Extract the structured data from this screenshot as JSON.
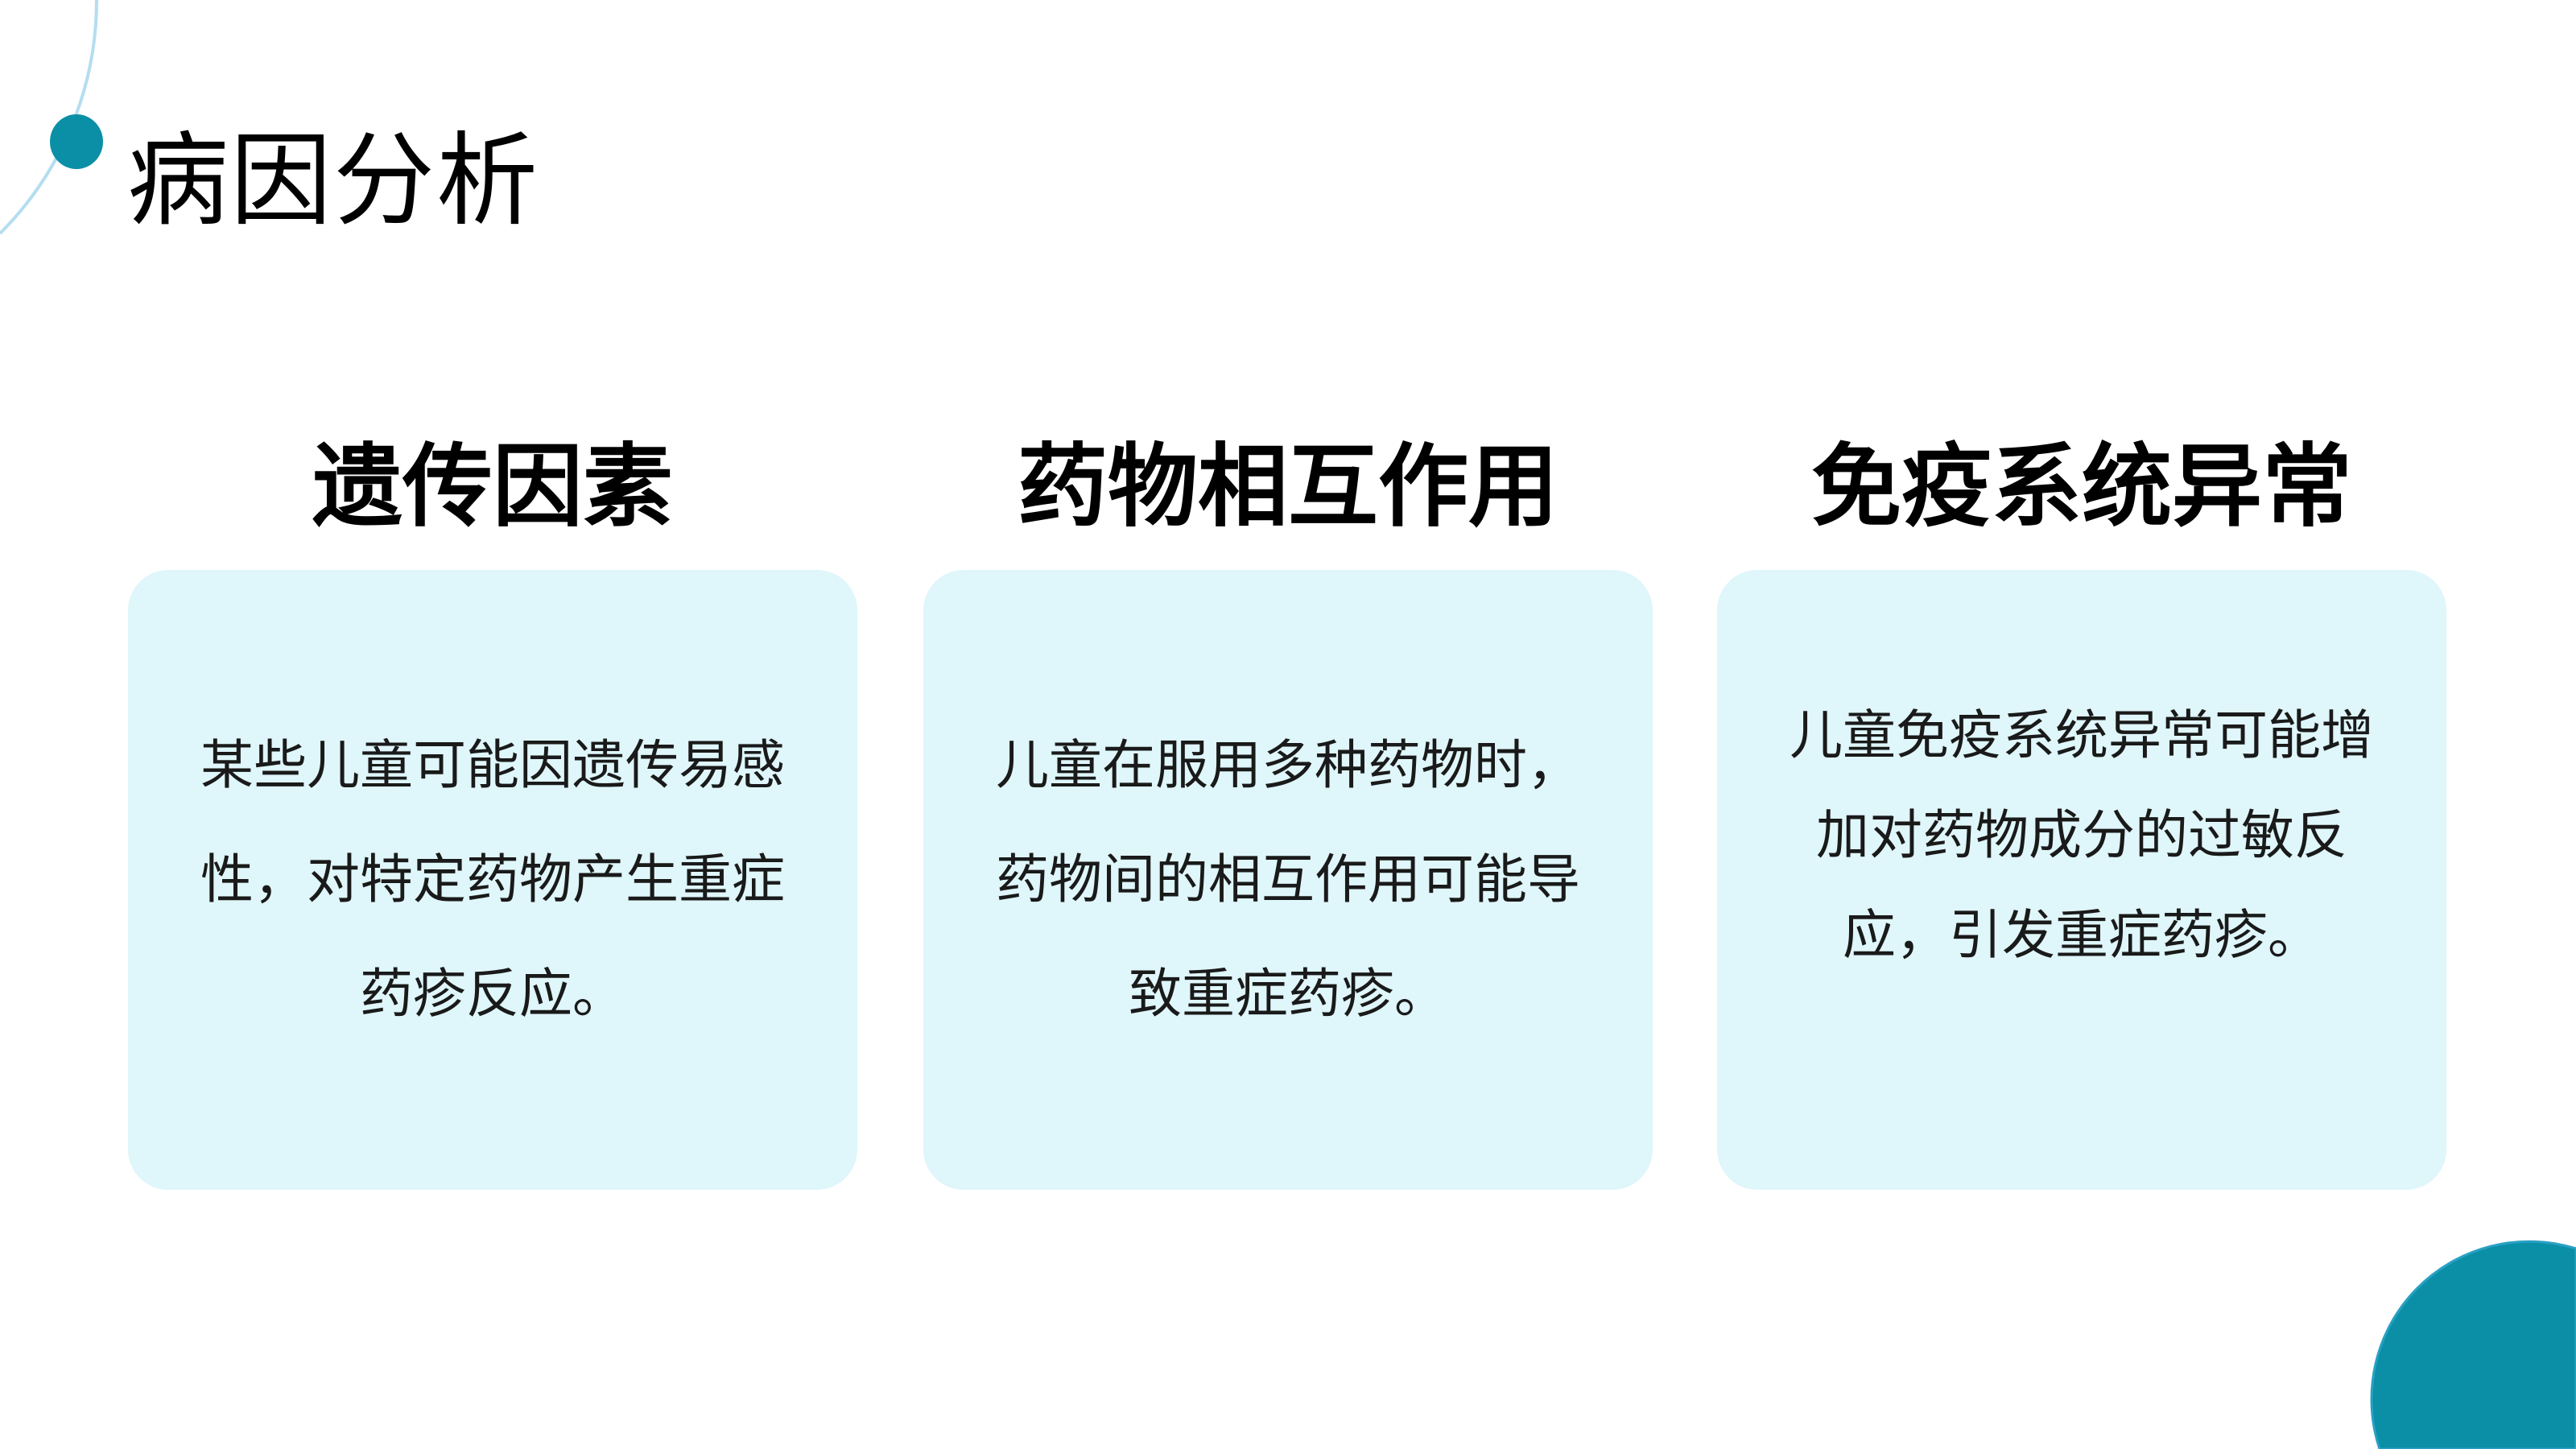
{
  "title": "病因分析",
  "colors": {
    "accent": "#0b8fa6",
    "arc": "#b4def0",
    "card": "#dff6fa"
  },
  "columns": [
    {
      "heading": "遗传因素",
      "body": "某些儿童可能因遗传易感性，对特定药物产生重症药疹反应。"
    },
    {
      "heading": "药物相互作用",
      "body": "儿童在服用多种药物时，药物间的相互作用可能导致重症药疹。"
    },
    {
      "heading": "免疫系统异常",
      "body": "儿童免疫系统异常可能增加对药物成分的过敏反应，引发重症药疹。"
    }
  ]
}
